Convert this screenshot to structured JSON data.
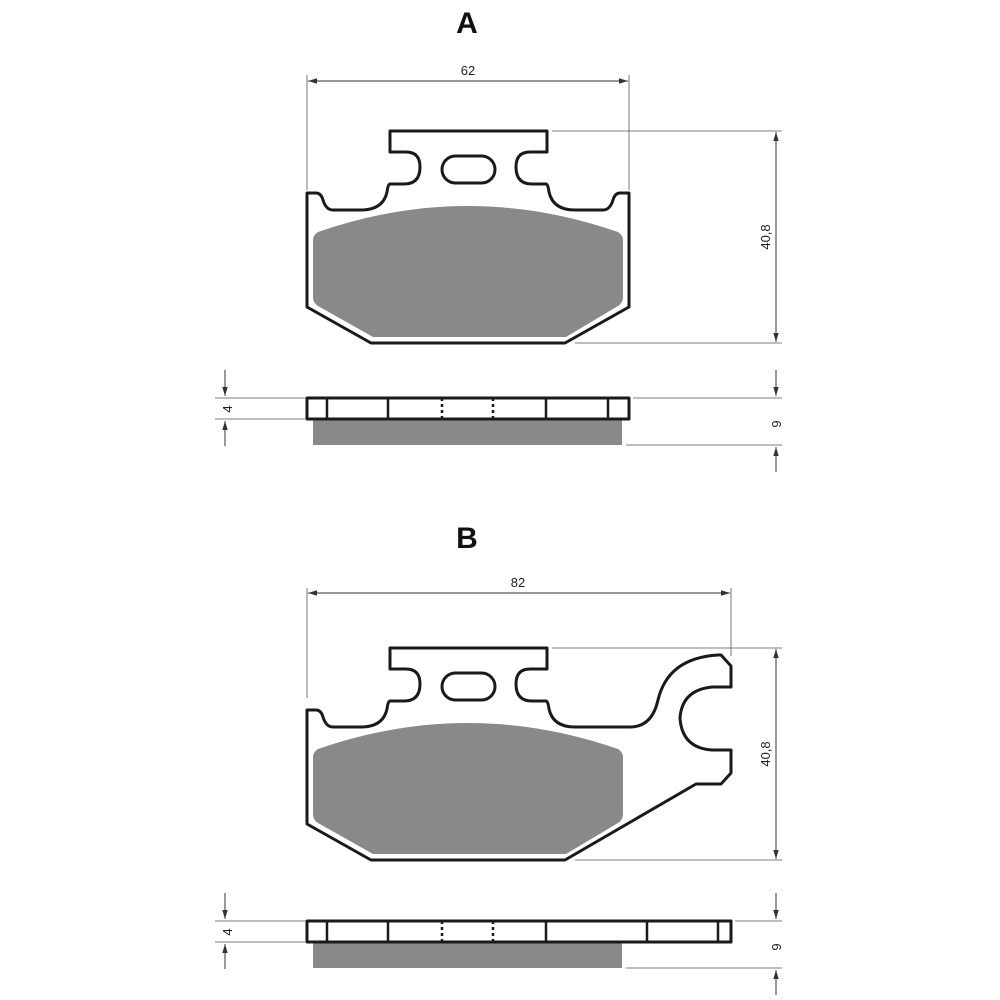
{
  "views": [
    {
      "label": "A",
      "width_dim": "62",
      "height_dim": "40,8",
      "backing_thickness_dim": "4",
      "total_thickness_dim": "9"
    },
    {
      "label": "B",
      "width_dim": "82",
      "height_dim": "40,8",
      "backing_thickness_dim": "4",
      "total_thickness_dim": "9"
    }
  ],
  "colors": {
    "friction": "#898989",
    "outline": "#1a1a1a"
  }
}
